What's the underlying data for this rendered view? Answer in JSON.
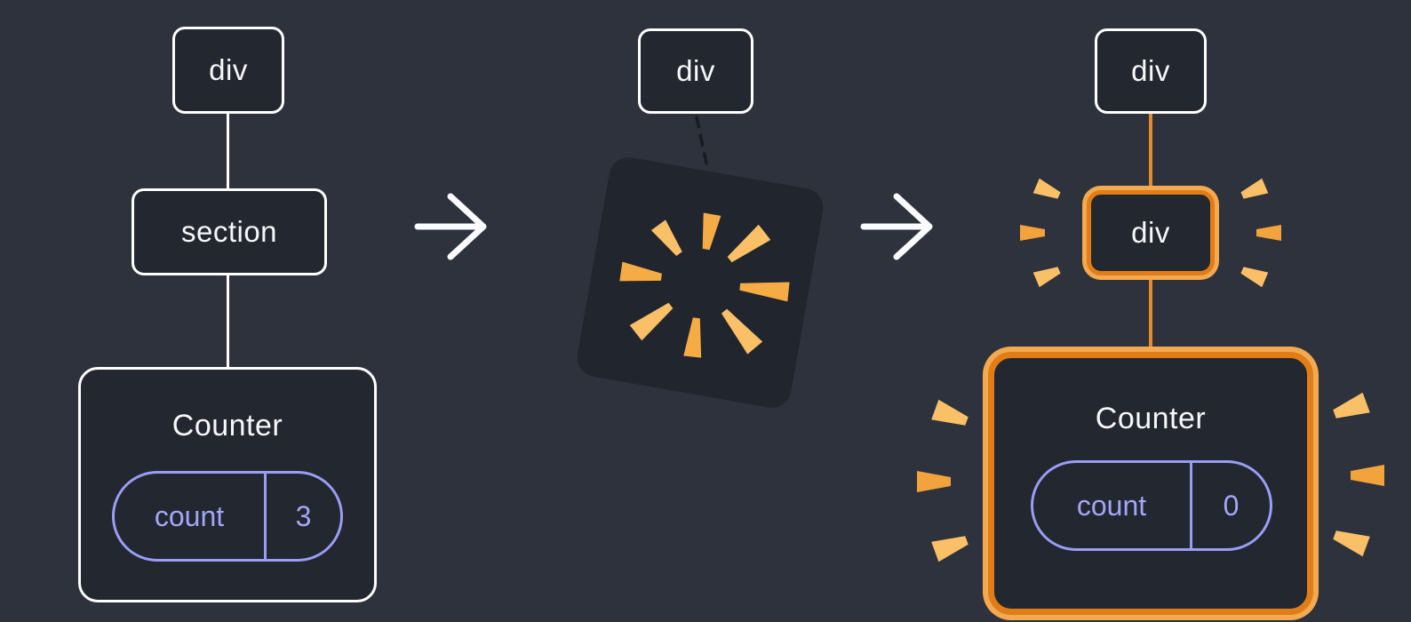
{
  "diagram": {
    "left": {
      "root_label": "div",
      "child_label": "section",
      "component_label": "Counter",
      "state_key": "count",
      "state_value": "3"
    },
    "middle": {
      "root_label": "div"
    },
    "right": {
      "root_label": "div",
      "child_label": "div",
      "component_label": "Counter",
      "state_key": "count",
      "state_value": "0"
    }
  },
  "icons": {
    "arrow_1": "arrow-right",
    "arrow_2": "arrow-right",
    "poof": "poof-burst",
    "sparks": "spark-rays"
  },
  "colors": {
    "background": "#2D323C",
    "node_fill": "#23272F",
    "node_border": "#FFFFFF",
    "text": "#F6F7F9",
    "lavender": "#9A9DF5",
    "highlight_border": "#E07D17",
    "highlight_glow": "#F2A94F",
    "spark_light": "#F9C068",
    "spark_dark": "#F2A33C",
    "connector_white": "#FFFFFF",
    "connector_orange": "#E78A2E"
  }
}
